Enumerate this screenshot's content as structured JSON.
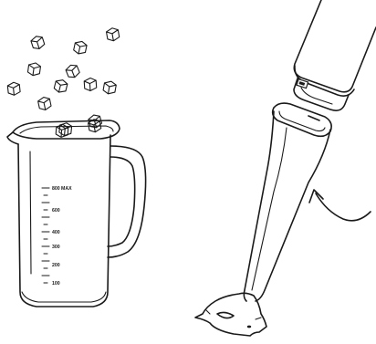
{
  "figure": {
    "jug_scale": {
      "max_label": "MAX",
      "marks": [
        "800",
        "600",
        "400",
        "300",
        "200",
        "100"
      ]
    },
    "ice_cube_count": 12
  }
}
